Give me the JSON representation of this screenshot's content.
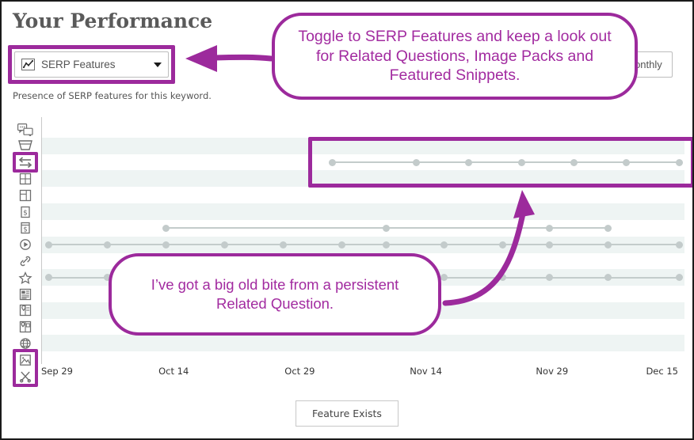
{
  "header": {
    "title": "Your Performance",
    "subtitle": "Presence of SERP features for this keyword.",
    "dropdown": {
      "icon": "line-chart-icon",
      "value": "SERP Features",
      "caret": "chevron-down-icon"
    },
    "period_button": "Monthly"
  },
  "legend": {
    "label": "Feature Exists"
  },
  "annotations": [
    {
      "name": "callout-toggle-serp-features",
      "text": "Toggle to SERP Features and keep a look out for Related Questions, Image Packs and Featured Snippets."
    },
    {
      "name": "callout-related-question",
      "text": "I’ve got a big old bite from a persistent Related Question."
    }
  ],
  "colors": {
    "accent_purple": "#9c2a9c",
    "callout_text": "#a22ba0",
    "stripe": "#eef4f3",
    "dot": "#c3cbcb",
    "line": "#c3cccb",
    "title": "#5a5a5a",
    "border": "#1a1a1a"
  },
  "feature_icons": [
    {
      "name": "related-questions-icon",
      "highlighted": false
    },
    {
      "name": "featured-snippet-icon",
      "highlighted": false
    },
    {
      "name": "sitelinks-icon",
      "highlighted": true
    },
    {
      "name": "image-pack-icon",
      "highlighted": false
    },
    {
      "name": "knowledge-panel-icon",
      "highlighted": false
    },
    {
      "name": "adwords-top-icon",
      "highlighted": false
    },
    {
      "name": "adwords-bottom-icon",
      "highlighted": false
    },
    {
      "name": "video-icon",
      "highlighted": false
    },
    {
      "name": "link-icon",
      "highlighted": false
    },
    {
      "name": "review-stars-icon",
      "highlighted": false
    },
    {
      "name": "news-icon",
      "highlighted": false
    },
    {
      "name": "local-pack-icon",
      "highlighted": false
    },
    {
      "name": "local-teaser-icon",
      "highlighted": false
    },
    {
      "name": "shopping-icon",
      "highlighted": false
    },
    {
      "name": "image-results-icon",
      "highlighted": true
    },
    {
      "name": "tools-icon",
      "highlighted": true
    }
  ],
  "chart_data": {
    "type": "scatter",
    "title": "Your Performance",
    "subtitle": "Presence of SERP features for this keyword.",
    "xlabel": "",
    "ylabel": "",
    "legend": [
      "Feature Exists"
    ],
    "legend_position": "bottom-center",
    "grid": "horizontal-stripes",
    "x_tick_labels": [
      "Sep 29",
      "Oct 14",
      "Oct 29",
      "Nov 14",
      "Nov 29",
      "Dec 15"
    ],
    "x_tick_positions_pct": [
      0,
      20,
      40,
      60,
      80,
      100
    ],
    "x_range": [
      "Sep 29",
      "Dec 15"
    ],
    "sample_positions_pct": [
      0,
      8.33,
      16.66,
      25,
      33.33,
      41.66,
      50,
      58.33,
      66.66,
      75,
      83.33,
      91.66,
      100
    ],
    "series": [
      {
        "name": "related-questions",
        "row": 0,
        "present_pct": []
      },
      {
        "name": "featured-snippet",
        "row": 1,
        "present_pct": []
      },
      {
        "name": "sitelinks",
        "row": 2,
        "present_pct": [
          45,
          58.3,
          66.6,
          75,
          83.3,
          91.6,
          100
        ],
        "highlighted": true
      },
      {
        "name": "image-pack",
        "row": 3,
        "present_pct": []
      },
      {
        "name": "knowledge-panel",
        "row": 4,
        "present_pct": []
      },
      {
        "name": "adwords-top",
        "row": 5,
        "present_pct": []
      },
      {
        "name": "adwords-bottom",
        "row": 6,
        "present_pct": [
          18.6,
          53.6,
          79.4,
          88.7
        ]
      },
      {
        "name": "video",
        "row": 7,
        "present_pct": [
          0,
          9.3,
          18.6,
          27.9,
          37.2,
          46.5,
          53.6,
          62.8,
          72.1,
          79.4,
          88.7,
          100
        ]
      },
      {
        "name": "link",
        "row": 8,
        "present_pct": []
      },
      {
        "name": "review-stars",
        "row": 9,
        "present_pct": [
          0,
          9.3,
          18.6,
          27.9,
          37.2,
          46.5,
          53.6,
          62.8,
          72.1,
          79.4,
          88.7,
          100
        ]
      },
      {
        "name": "news",
        "row": 10,
        "present_pct": []
      },
      {
        "name": "local-pack",
        "row": 11,
        "present_pct": []
      },
      {
        "name": "local-teaser",
        "row": 12,
        "present_pct": []
      },
      {
        "name": "shopping",
        "row": 13,
        "present_pct": []
      },
      {
        "name": "image-results",
        "row": 14,
        "present_pct": []
      }
    ]
  }
}
